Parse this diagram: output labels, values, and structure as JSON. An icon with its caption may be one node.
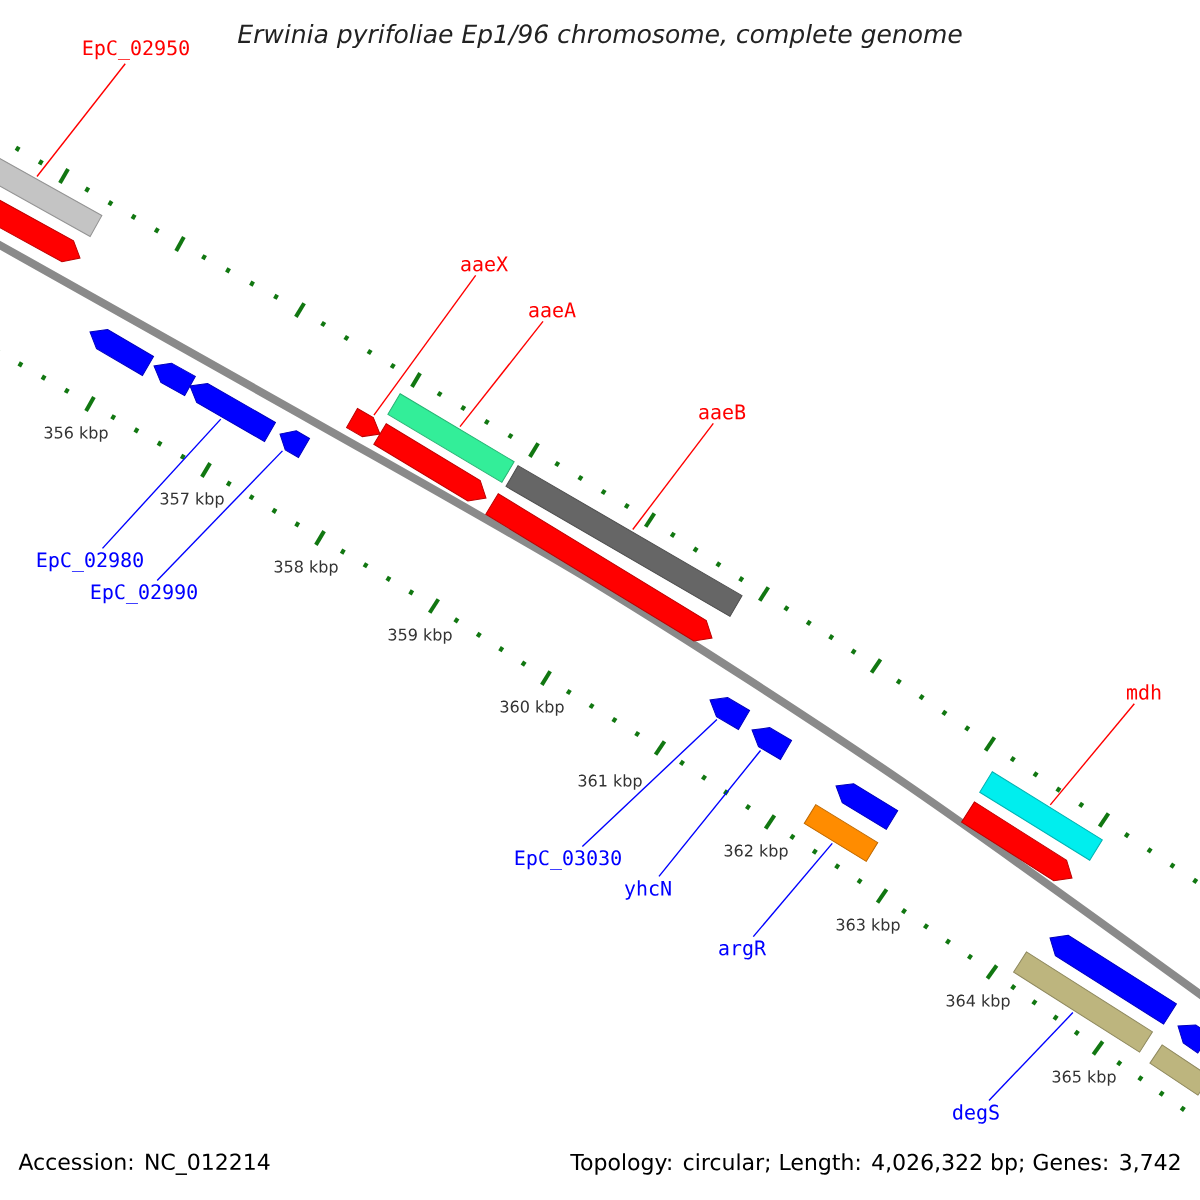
{
  "diagram": {
    "title": "Erwinia pyrifoliae Ep1/96 chromosome, complete genome",
    "nodes": [
      {
        "text": [
          "EpC_02950"
        ]
      },
      {
        "text": [],
        "shape": "bar"
      },
      {
        "text": [],
        "shape": "arrow"
      },
      {
        "text": [
          "aaeX"
        ]
      },
      {
        "text": [
          "aaeA"
        ]
      },
      {
        "text": [],
        "shape": "arrow"
      },
      {
        "text": [],
        "shape": "arrow"
      },
      {
        "text": [],
        "shape": "arrow"
      },
      {
        "text": [],
        "shape": "arrow"
      },
      {
        "text": [],
        "shape": "arrow"
      },
      {
        "text": [],
        "shape": "bar"
      },
      {
        "text": [],
        "shape": "arrow"
      },
      {
        "text": [
          "aaeB"
        ]
      },
      {
        "text": [],
        "shape": "bar"
      },
      {
        "text": [],
        "shape": "arrow"
      },
      {
        "text": [
          "EpC_02980"
        ]
      },
      {
        "text": [
          "EpC_02990"
        ]
      },
      {
        "text": [
          "mdh"
        ]
      },
      {
        "text": [],
        "shape": "arrow"
      },
      {
        "text": [],
        "shape": "arrow"
      },
      {
        "text": [],
        "shape": "arrow"
      },
      {
        "text": [],
        "shape": "bar"
      },
      {
        "text": [],
        "shape": "bar"
      },
      {
        "text": [],
        "shape": "arrow"
      },
      {
        "text": [
          "EpC_03030"
        ]
      },
      {
        "text": [
          "yhcN"
        ]
      },
      {
        "text": [
          "argR"
        ]
      },
      {
        "text": [],
        "shape": "arrow"
      },
      {
        "text": [],
        "shape": "bar"
      },
      {
        "text": [],
        "shape": "arrow"
      },
      {
        "text": [],
        "shape": "bar"
      },
      {
        "text": [
          "degS"
        ]
      }
    ],
    "edges": [
      {
        "from": 0,
        "to": 1,
        "arrow": "none",
        "color": "#ff0000"
      },
      {
        "from": 3,
        "to": 9,
        "arrow": "none",
        "color": "#ff0000"
      },
      {
        "from": 4,
        "to": 10,
        "arrow": "none",
        "color": "#ff0000"
      },
      {
        "from": 12,
        "to": 13,
        "arrow": "none",
        "color": "#ff0000"
      },
      {
        "from": 15,
        "to": 7,
        "arrow": "none"
      },
      {
        "from": 16,
        "to": 8,
        "arrow": "none"
      },
      {
        "from": 17,
        "to": 22,
        "arrow": "none",
        "color": "#ff0000"
      },
      {
        "from": 24,
        "to": 18,
        "arrow": "none"
      },
      {
        "from": 25,
        "to": 19,
        "arrow": "none"
      },
      {
        "from": 26,
        "to": 21,
        "arrow": "none"
      },
      {
        "from": 31,
        "to": 28,
        "arrow": "none"
      }
    ],
    "labels": [
      "356 kbp",
      "357 kbp",
      "358 kbp",
      "359 kbp",
      "360 kbp",
      "361 kbp",
      "362 kbp",
      "363 kbp",
      "364 kbp",
      "365 kbp",
      "Accession: NC_012214",
      "Topology: circular; Length: 4,026,322 bp; Genes: 3,742"
    ]
  }
}
